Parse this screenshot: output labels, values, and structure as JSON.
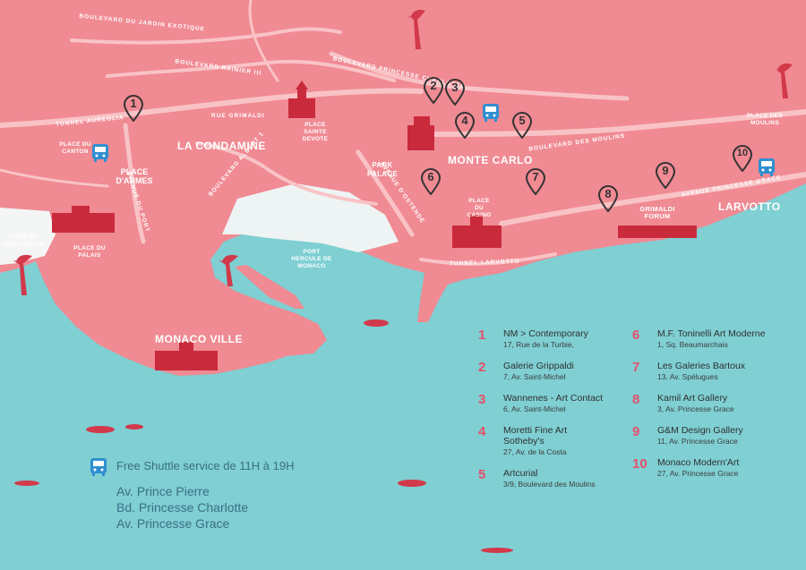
{
  "map": {
    "districts": [
      "LA CONDAMINE",
      "MONTE CARLO",
      "MONACO VILLE",
      "LARVOTTO"
    ],
    "places": {
      "place_canton": "PLACE DU CANTON",
      "place_darmes": "PLACE D'ARMES",
      "place_sainte_devote": "PLACE SAINTE DEVOTE",
      "park_palace": "PARK PALACE",
      "place_casino": "PLACE DU CASINO",
      "grimaldi_forum": "GRIMALDI FORUM",
      "place_moulins": "PLACE DES MOULINS",
      "port_fontvieille": "PORT DE FONTVIEILLE",
      "place_palais": "PLACE DU PALAIS",
      "port_hercule": "PORT HERCULE DE MONACO"
    },
    "roads": {
      "jardin": "BOULEVARD DU JARDIN EXOTIQUE",
      "rainier": "BOULEVARD RAINIER III",
      "charlotte": "BOULEVARD PRINCESSE CHARLOTTE",
      "moulins": "BOULEVARD DES MOULINS",
      "grace": "AVENUE PRINCESSE GRACE",
      "tunnel_aureglia": "TUNNEL AUREGLIA",
      "grimaldi": "RUE GRIMALDI",
      "albert": "BOULEVARD ALBERT 1",
      "port": "AVENUE DU PORT",
      "ostende": "AVENUE D'OSTENDE",
      "tunnel_larvotto": "TUNNEL LARVOTTO"
    },
    "pins": [
      "1",
      "2",
      "3",
      "4",
      "5",
      "6",
      "7",
      "8",
      "9",
      "10"
    ],
    "colors": {
      "land": "#f08a93",
      "sea": "#7fcfd3",
      "road": "#f9c3c6",
      "landmark": "#c92b3c",
      "pin": "#333333",
      "bus": "#2f8fd0"
    }
  },
  "shuttle": {
    "icon": "bus-icon",
    "title": "Free Shuttle service de 11H à 19H",
    "stops": [
      "Av. Prince Pierre",
      "Bd. Princesse Charlotte",
      "Av. Princesse Grace"
    ]
  },
  "galleries": [
    {
      "num": "1",
      "name": "NM > Contemporary",
      "address": "17, Rue de la Turbie,"
    },
    {
      "num": "2",
      "name": "Galerie Grippaldi",
      "address": "7, Av. Saint-Michel"
    },
    {
      "num": "3",
      "name": "Wannenes - Art Contact",
      "address": "6, Av. Saint-Michel"
    },
    {
      "num": "4",
      "name": "Moretti Fine Art",
      "name2": "Sotheby's",
      "address": "27, Av. de la Costa"
    },
    {
      "num": "5",
      "name": "Artcurial",
      "address": "3/9, Boulevard des Moulins"
    },
    {
      "num": "6",
      "name": "M.F. Toninelli Art Moderne",
      "address": "1, Sq. Beaumarchais"
    },
    {
      "num": "7",
      "name": "Les Galeries Bartoux",
      "address": "13, Av. Spélugues"
    },
    {
      "num": "8",
      "name": "Kamil Art Gallery",
      "address": "3, Av. Princesse Grace"
    },
    {
      "num": "9",
      "name": "G&M Design Gallery",
      "address": "11, Av. Princesse Grace"
    },
    {
      "num": "10",
      "name": "Monaco Modern'Art",
      "address": "27, Av. Princesse Grace"
    }
  ]
}
